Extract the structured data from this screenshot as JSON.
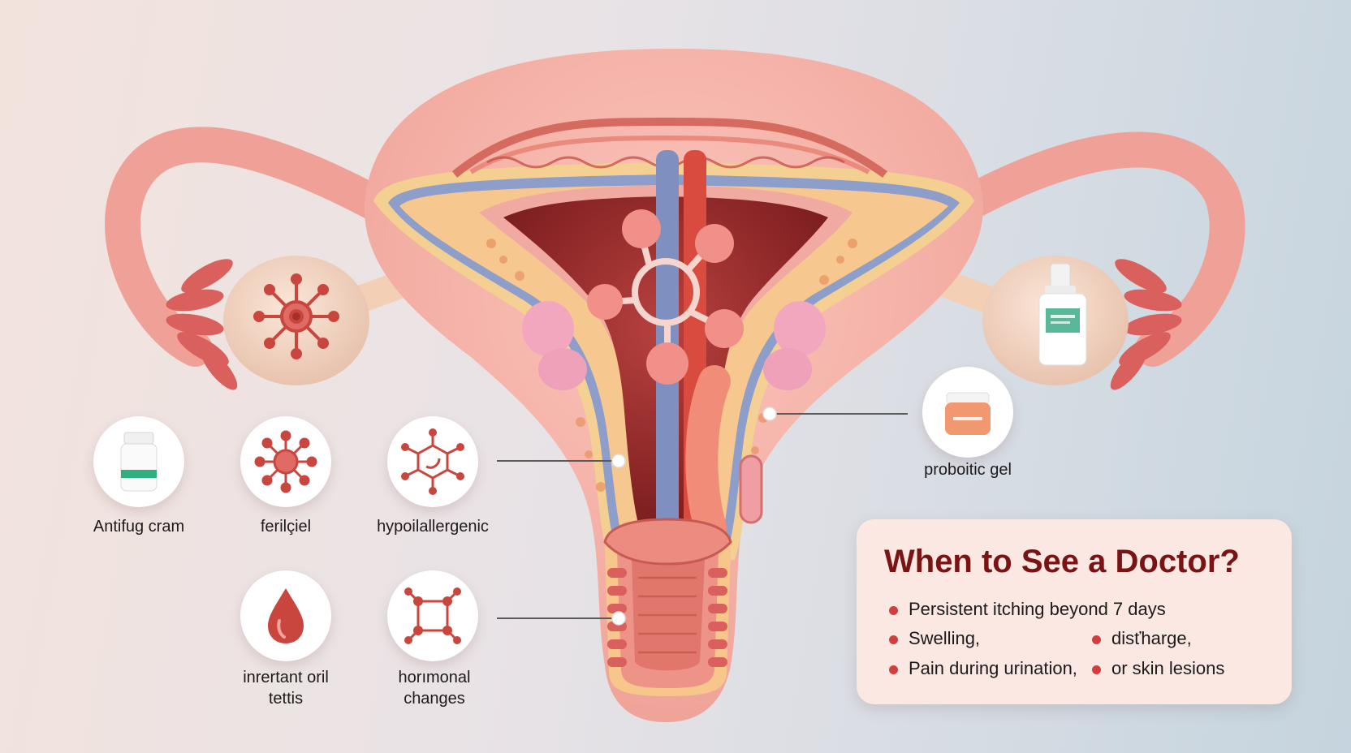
{
  "labels": {
    "antifungal_cream": "Antifug cram",
    "fertile_gel": "ferilçiel",
    "hypoallergenic": "hypoilallergenic",
    "irritant": "inrertant oril tettis",
    "hormonal": "horımonal changes",
    "probiotic_gel": "proboitic gel"
  },
  "doctor_card": {
    "title": "When to See a Doctor?",
    "items": [
      "Persistent itching beyond 7 days",
      "Swelling,",
      "disťharge,",
      "Pain during urination,",
      "or skin lesions"
    ]
  },
  "colors": {
    "title": "#7a1414",
    "bullet": "#d33d3d",
    "uterus": "#f4a9a0",
    "accent_red": "#c9463f"
  },
  "icons": [
    "pill-bottle-icon",
    "microbe-icon",
    "molecule-icon",
    "blood-drop-icon",
    "hormone-network-icon",
    "cream-jar-icon",
    "spray-bottle-icon"
  ]
}
